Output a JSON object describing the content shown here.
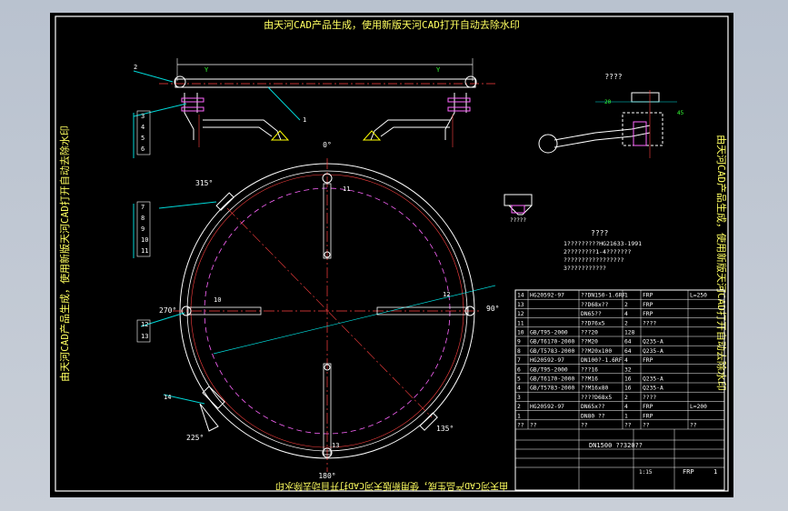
{
  "watermark": {
    "top": "由天河CAD产品生成，使用新版天河CAD打开自动去除水印",
    "bottom": "由天河CAD产品生成，使用新版天河CAD打开自动去除水印",
    "left": "由天河CAD产品生成，使用新版天河CAD打开自动去除水印",
    "right": "由天河CAD产品生成，使用新版天河CAD打开自动去除水印"
  },
  "angles": {
    "a0": "0°",
    "a90": "90°",
    "a180": "180°",
    "a270": "270°",
    "a315": "315°",
    "a225": "225°",
    "a135": "135°"
  },
  "leaders": [
    "2",
    "3",
    "4",
    "5",
    "6",
    "7",
    "8",
    "9",
    "10",
    "11",
    "12",
    "13",
    "14",
    "1"
  ],
  "part_marks": {
    "top_arm": "11",
    "right_arm": "12",
    "bottom_arm": "13",
    "left_arm": "10"
  },
  "detail_label": "????",
  "notes": {
    "title": "????",
    "lines": [
      "1?????????HG21633-1991",
      "2????????1-4???????",
      "?????????????????",
      "3???????????"
    ]
  },
  "bom": {
    "rows": [
      [
        "14",
        "HG20592-97",
        "??DN150-1.6RF",
        "1",
        "FRP",
        "L=250"
      ],
      [
        "13",
        "",
        "??D68x??",
        "2",
        "FRP",
        ""
      ],
      [
        "12",
        "",
        "DN65??",
        "4",
        "FRP",
        ""
      ],
      [
        "11",
        "",
        "??D76x5",
        "2",
        "????",
        ""
      ],
      [
        "10",
        "GB/T95-2000",
        "???20",
        "128",
        "",
        ""
      ],
      [
        "9",
        "GB/T6170-2000",
        "??M20",
        "64",
        "Q235-A",
        ""
      ],
      [
        "8",
        "GB/T5783-2000",
        "??M20x100",
        "64",
        "Q235-A",
        ""
      ],
      [
        "7",
        "HG20592-97",
        "DN100?-1.6RF",
        "4",
        "FRP",
        ""
      ],
      [
        "6",
        "GB/T95-2000",
        "???16",
        "32",
        "",
        ""
      ],
      [
        "5",
        "GB/T6170-2000",
        "??M16",
        "16",
        "Q235-A",
        ""
      ],
      [
        "4",
        "GB/T5783-2000",
        "??M16x80",
        "16",
        "Q235-A",
        ""
      ],
      [
        "3",
        "",
        "????D68x5",
        "2",
        "????",
        ""
      ],
      [
        "2",
        "HG20592-97",
        "DN65x??",
        "4",
        "FRP",
        "L=200"
      ],
      [
        "1",
        "",
        "DN80 ??",
        "1",
        "FRP",
        ""
      ],
      [
        "??",
        "??",
        "??",
        "??",
        "??",
        "??"
      ]
    ],
    "title_block": {
      "name": "DN1500 ??320??",
      "scale": "1:15",
      "material": "FRP",
      "sheet": "1"
    }
  }
}
